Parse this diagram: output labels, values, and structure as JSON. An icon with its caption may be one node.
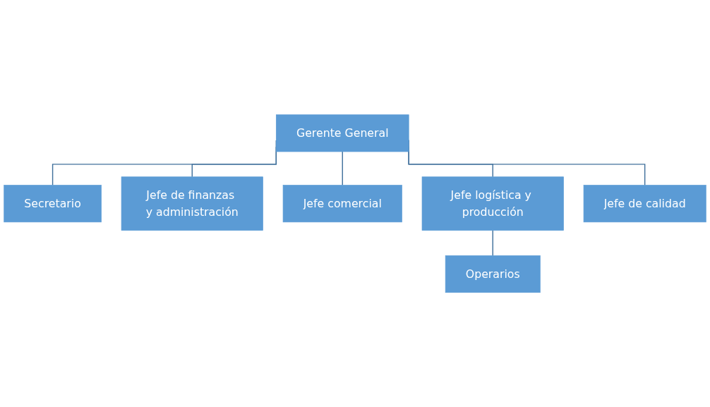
{
  "diagram": {
    "nodes": [
      {
        "text": [
          "Gerente General"
        ]
      },
      {
        "text": [
          "Secretario"
        ]
      },
      {
        "text": [
          "Jefe de finanzas y administración"
        ]
      },
      {
        "text": [
          "Jefe comercial"
        ]
      },
      {
        "text": [
          "Jefe logística y producción"
        ]
      },
      {
        "text": [
          "Jefe de calidad"
        ]
      },
      {
        "text": [
          "Operarios"
        ]
      }
    ],
    "edges": [
      {
        "from": 0,
        "to": 1,
        "arrow": "none"
      },
      {
        "from": 0,
        "to": 2,
        "arrow": "none"
      },
      {
        "from": 0,
        "to": 3,
        "arrow": "none"
      },
      {
        "from": 0,
        "to": 4,
        "arrow": "none"
      },
      {
        "from": 0,
        "to": 5,
        "arrow": "none"
      },
      {
        "from": 4,
        "to": 6,
        "arrow": "none"
      }
    ]
  }
}
